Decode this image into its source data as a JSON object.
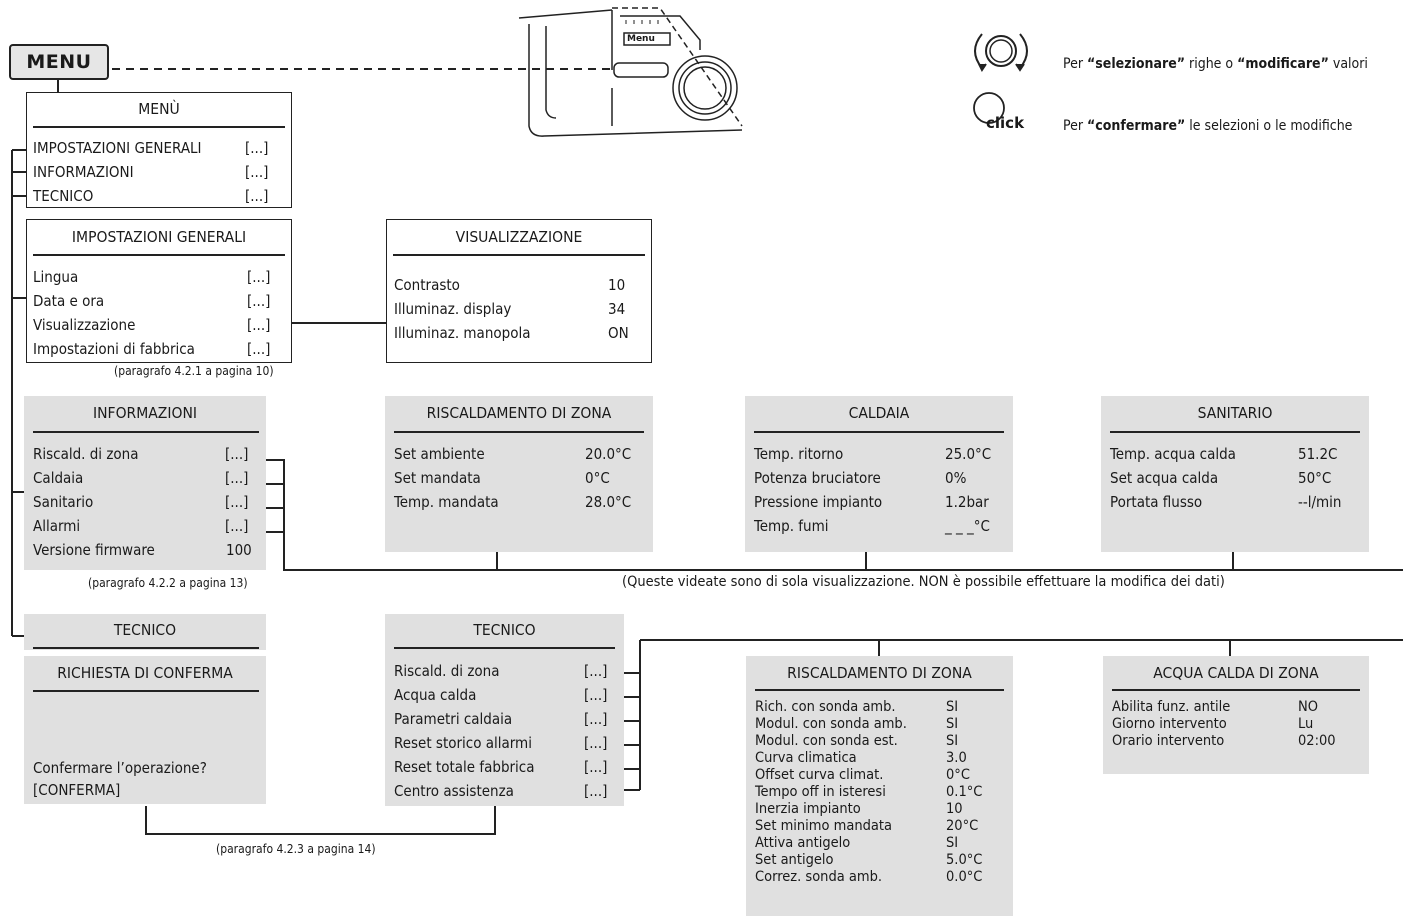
{
  "menu_button": "MENU",
  "device_label": "Menu",
  "legend": {
    "rotate": {
      "pre": "Per ",
      "b1": "“selezionare”",
      "mid": " righe o ",
      "b2": "“modificare”",
      "post": " valori"
    },
    "click_label": "click",
    "click": {
      "pre": "Per ",
      "b1": "“confermare”",
      "post": " le selezioni o le modifiche"
    }
  },
  "menu_panel": {
    "title": "MENÙ",
    "rows": [
      {
        "label": "IMPOSTAZIONI GENERALI",
        "value": "[...]"
      },
      {
        "label": "INFORMAZIONI",
        "value": "[...]"
      },
      {
        "label": "TECNICO",
        "value": "[...]"
      }
    ]
  },
  "imp_panel": {
    "title": "IMPOSTAZIONI GENERALI",
    "rows": [
      {
        "label": "Lingua",
        "value": "[...]"
      },
      {
        "label": "Data e ora",
        "value": "[...]"
      },
      {
        "label": "Visualizzazione",
        "value": "[...]"
      },
      {
        "label": "Impostazioni di fabbrica",
        "value": "[...]"
      }
    ],
    "caption": "(paragrafo 4.2.1 a pagina 10)"
  },
  "vis_panel": {
    "title": "VISUALIZZAZIONE",
    "rows": [
      {
        "label": "Contrasto",
        "value": "10"
      },
      {
        "label": "Illuminaz. display",
        "value": "34"
      },
      {
        "label": "Illuminaz. manopola",
        "value": "ON"
      }
    ]
  },
  "info_panel": {
    "title": "INFORMAZIONI",
    "rows": [
      {
        "label": "Riscald. di zona",
        "value": "[...]"
      },
      {
        "label": "Caldaia",
        "value": "[...]"
      },
      {
        "label": "Sanitario",
        "value": "[...]"
      },
      {
        "label": "Allarmi",
        "value": "[...]"
      },
      {
        "label": "Versione firmware",
        "value": "100"
      }
    ],
    "caption": "(paragrafo 4.2.2 a pagina 13)"
  },
  "risc_info_panel": {
    "title": "RISCALDAMENTO DI ZONA",
    "rows": [
      {
        "label": "Set ambiente",
        "value": "20.0°C"
      },
      {
        "label": "Set mandata",
        "value": "0°C"
      },
      {
        "label": "Temp. mandata",
        "value": "28.0°C"
      }
    ]
  },
  "caldaia_panel": {
    "title": "CALDAIA",
    "rows": [
      {
        "label": "Temp. ritorno",
        "value": "25.0°C"
      },
      {
        "label": "Potenza bruciatore",
        "value": "0%"
      },
      {
        "label": "Pressione impianto",
        "value": "1.2bar"
      },
      {
        "label": "Temp. fumi",
        "value": "_ _ _°C"
      }
    ]
  },
  "sanitario_panel": {
    "title": "SANITARIO",
    "rows": [
      {
        "label": "Temp. acqua calda",
        "value": "51.2C"
      },
      {
        "label": "Set acqua calda",
        "value": "50°C"
      },
      {
        "label": "Portata flusso",
        "value": "--l/min"
      }
    ]
  },
  "readonly_note": "(Queste videate sono di sola visualizzazione. NON è possibile effettuare la modifica dei dati)",
  "tecnico_bar": {
    "title": "TECNICO"
  },
  "conferma_panel": {
    "title": "RICHIESTA DI CONFERMA",
    "line1": "Confermare l’operazione?",
    "line2": "[CONFERMA]"
  },
  "conferma_caption": "(paragrafo 4.2.3 a pagina 14)",
  "tecnico_panel": {
    "title": "TECNICO",
    "rows": [
      {
        "label": "Riscald. di zona",
        "value": "[...]"
      },
      {
        "label": "Acqua calda",
        "value": "[...]"
      },
      {
        "label": "Parametri caldaia",
        "value": "[...]"
      },
      {
        "label": "Reset storico allarmi",
        "value": "[...]"
      },
      {
        "label": "Reset totale fabbrica",
        "value": "[...]"
      },
      {
        "label": "Centro assistenza",
        "value": "[...]"
      }
    ]
  },
  "risc_tec_panel": {
    "title": "RISCALDAMENTO DI ZONA",
    "rows": [
      {
        "label": "Rich. con sonda amb.",
        "value": "SI"
      },
      {
        "label": "Modul. con sonda amb.",
        "value": "SI"
      },
      {
        "label": "Modul. con sonda est.",
        "value": "SI"
      },
      {
        "label": "Curva climatica",
        "value": "3.0"
      },
      {
        "label": "Offset curva climat.",
        "value": "0°C"
      },
      {
        "label": "Tempo off in isteresi",
        "value": "0.1°C"
      },
      {
        "label": "Inerzia impianto",
        "value": "10"
      },
      {
        "label": "Set minimo mandata",
        "value": "20°C"
      },
      {
        "label": "Attiva antigelo",
        "value": "SI"
      },
      {
        "label": "Set antigelo",
        "value": "5.0°C"
      },
      {
        "label": "Correz. sonda amb.",
        "value": "0.0°C"
      }
    ]
  },
  "acqua_panel": {
    "title": "ACQUA CALDA DI ZONA",
    "rows": [
      {
        "label": "Abilita funz. antile",
        "value": "NO"
      },
      {
        "label": "Giorno intervento",
        "value": "Lu"
      },
      {
        "label": "Orario intervento",
        "value": "02:00"
      }
    ]
  }
}
